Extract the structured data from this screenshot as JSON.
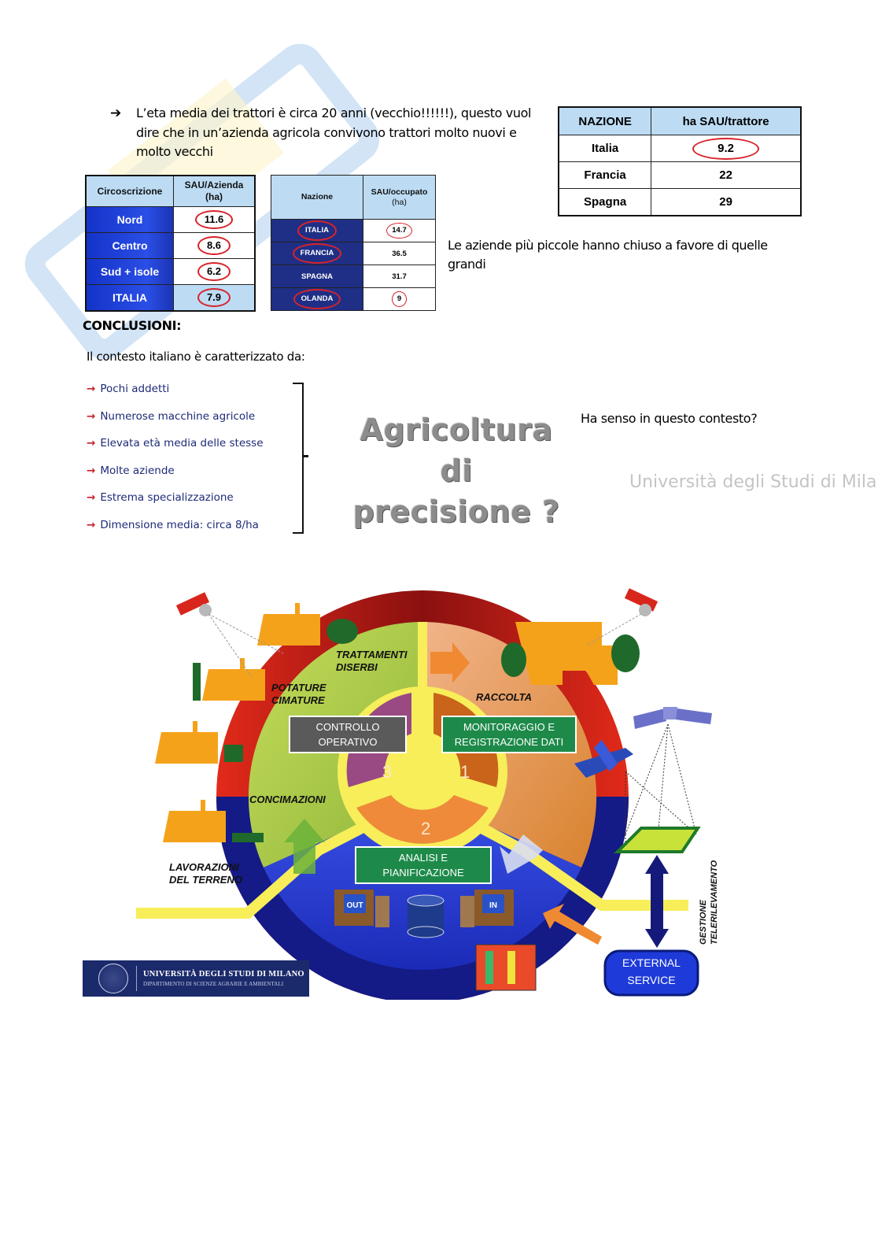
{
  "intro": {
    "bullet_icon": "arrow-right-icon",
    "text": "L’eta media dei trattori è circa 20 anni (vecchio!!!!!!), questo vuol dire che in un’azienda agricola convivono trattori molto nuovi e molto vecchi"
  },
  "table_circoscrizione": {
    "headers": [
      "Circoscrizione",
      "SAU/Azienda",
      "(ha)"
    ],
    "rows": [
      {
        "label": "Nord",
        "value": "11.6"
      },
      {
        "label": "Centro",
        "value": "8.6"
      },
      {
        "label": "Sud + isole",
        "value": "6.2"
      },
      {
        "label": "ITALIA",
        "value": "7.9"
      }
    ]
  },
  "table_nazione_occupato": {
    "headers": [
      "Nazione",
      "SAU/occupato",
      "(ha)"
    ],
    "rows": [
      {
        "label": "ITALIA",
        "value": "14.7"
      },
      {
        "label": "FRANCIA",
        "value": "36.5"
      },
      {
        "label": "SPAGNA",
        "value": "31.7"
      },
      {
        "label": "OLANDA",
        "value": "9"
      }
    ]
  },
  "table_trattore": {
    "headers": [
      "NAZIONE",
      "ha SAU/trattore"
    ],
    "rows": [
      {
        "label": "Italia",
        "value": "9.2"
      },
      {
        "label": "Francia",
        "value": "22"
      },
      {
        "label": "Spagna",
        "value": "29"
      }
    ]
  },
  "side_note": "Le aziende più piccole hanno chiuso a favore di quelle grandi",
  "conclusions": {
    "heading": "CONCLUSIONI:",
    "context": "Il contesto italiano è caratterizzato da:",
    "items": [
      "Pochi addetti",
      "Numerose macchine agricole",
      "Elevata età media delle stesse",
      "Molte aziende",
      "Estrema specializzazione",
      "Dimensione media: circa 8/ha"
    ],
    "big_title_line1": "Agricoltura di",
    "big_title_line2": "precisione ?",
    "question": "Ha senso in questo contesto?"
  },
  "diagram": {
    "labels": {
      "trattamenti": [
        "TRATTAMENTI",
        "DISERBI"
      ],
      "potature": [
        "POTATURE",
        "CIMATURE"
      ],
      "concimazioni": "CONCIMAZIONI",
      "lavorazioni": [
        "LAVORAZIONI",
        "DEL TERRENO"
      ],
      "raccolta": "RACCOLTA",
      "gestione": [
        "GESTIONE",
        "TELERILEVAMENTO"
      ]
    },
    "boxes": {
      "controllo": [
        "CONTROLLO",
        "OPERATIVO"
      ],
      "monitoraggio": [
        "MONITORAGGIO E",
        "REGISTRAZIONE DATI"
      ],
      "analisi": [
        "ANALISI  E",
        "PIANIFICAZIONE"
      ],
      "external": [
        "EXTERNAL",
        "SERVICE"
      ]
    },
    "steps": [
      "1",
      "2",
      "3"
    ],
    "computer_out": "OUT",
    "computer_in": "IN",
    "colors": {
      "outer_ring": "#d9261c",
      "dark_red": "#8a1010",
      "green_sector": "#a9c94a",
      "orange_sector": "#e29a5a",
      "yellow": "#f7ee5a",
      "blue_sector": "#2b3fd6",
      "navy": "#141a86",
      "grey_box": "#5a5a5a",
      "green_box": "#1e8a4a",
      "tractor": "#f5a21b"
    }
  },
  "footer": {
    "university": "UNIVERSITÀ DEGLI STUDI DI MILANO",
    "department": "DIPARTIMENTO DI SCIENZE AGRARIE E AMBIENTALI"
  },
  "watermark": {
    "lines": [
      "Università degli Studi di Milano"
    ]
  }
}
